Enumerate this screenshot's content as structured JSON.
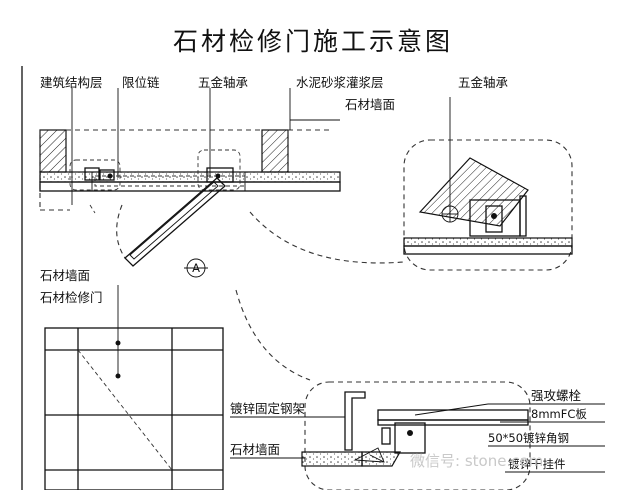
{
  "title": "石材检修门施工示意图",
  "section_marker": "A",
  "labels": {
    "building_structure": "建筑结构层",
    "limit_chain": "限位链",
    "hinge_1": "五金轴承",
    "mortar": "水泥砂浆灌浆层",
    "stone_wall_1": "石材墙面",
    "hinge_2": "五金轴承",
    "stone_wall_2": "石材墙面",
    "stone_door": "石材检修门",
    "galv_frame": "镀锌固定钢架",
    "stone_wall_3": "石材墙面",
    "self_tap_bolt": "强攻螺栓",
    "fc_board": "8mmFC板",
    "angle_steel": "50*50镀锌角钢",
    "hanger": "镀锌干挂件"
  },
  "watermark": "微信号: stone.com"
}
